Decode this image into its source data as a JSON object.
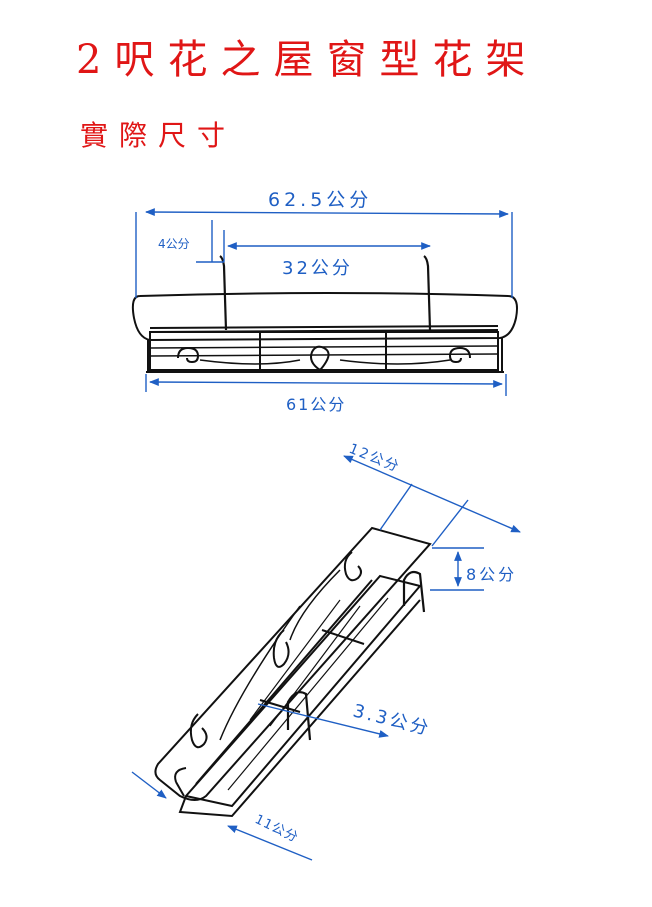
{
  "title": "2呎花之屋窗型花架",
  "subtitle": "實際尺寸",
  "front_view": {
    "overall_width": "62.5公分",
    "hook_offset": "4公分",
    "hook_spacing": "32公分",
    "base_width": "61公分"
  },
  "perspective_view": {
    "top_depth": "12公分",
    "hook_height": "8公分",
    "wire_gap": "3.3公分",
    "base_depth": "11公分"
  },
  "colors": {
    "title": "#e01616",
    "dimension": "#1f5fc4",
    "frame": "#111111"
  }
}
